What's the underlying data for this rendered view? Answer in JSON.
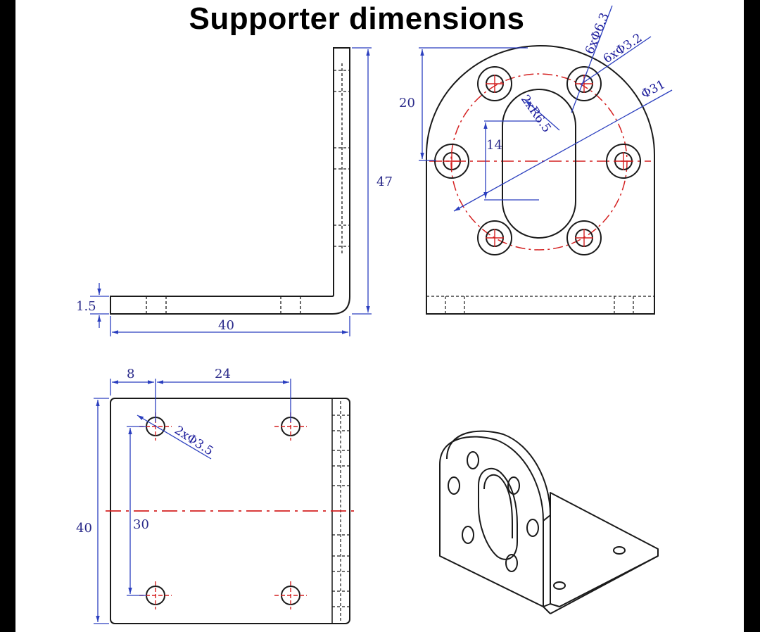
{
  "title": "Supporter dimensions",
  "side_view": {
    "thickness": "1.5",
    "length": "40",
    "height": "47"
  },
  "front_view": {
    "depth": "20",
    "slot_length": "14",
    "slot_radius": "2xR6.5",
    "counterbore": "6xΦ6.3",
    "hole": "6xΦ3.2",
    "bolt_circle": "Φ31"
  },
  "bottom_view": {
    "offset": "8",
    "spacing_x": "24",
    "spacing_y": "30",
    "width": "40",
    "hole": "2xΦ3.5"
  },
  "colors": {
    "outline": "#1a1a1a",
    "dimension": "#2b3fbf",
    "centerline": "#d42020",
    "dim_text": "#2a2a8a"
  }
}
